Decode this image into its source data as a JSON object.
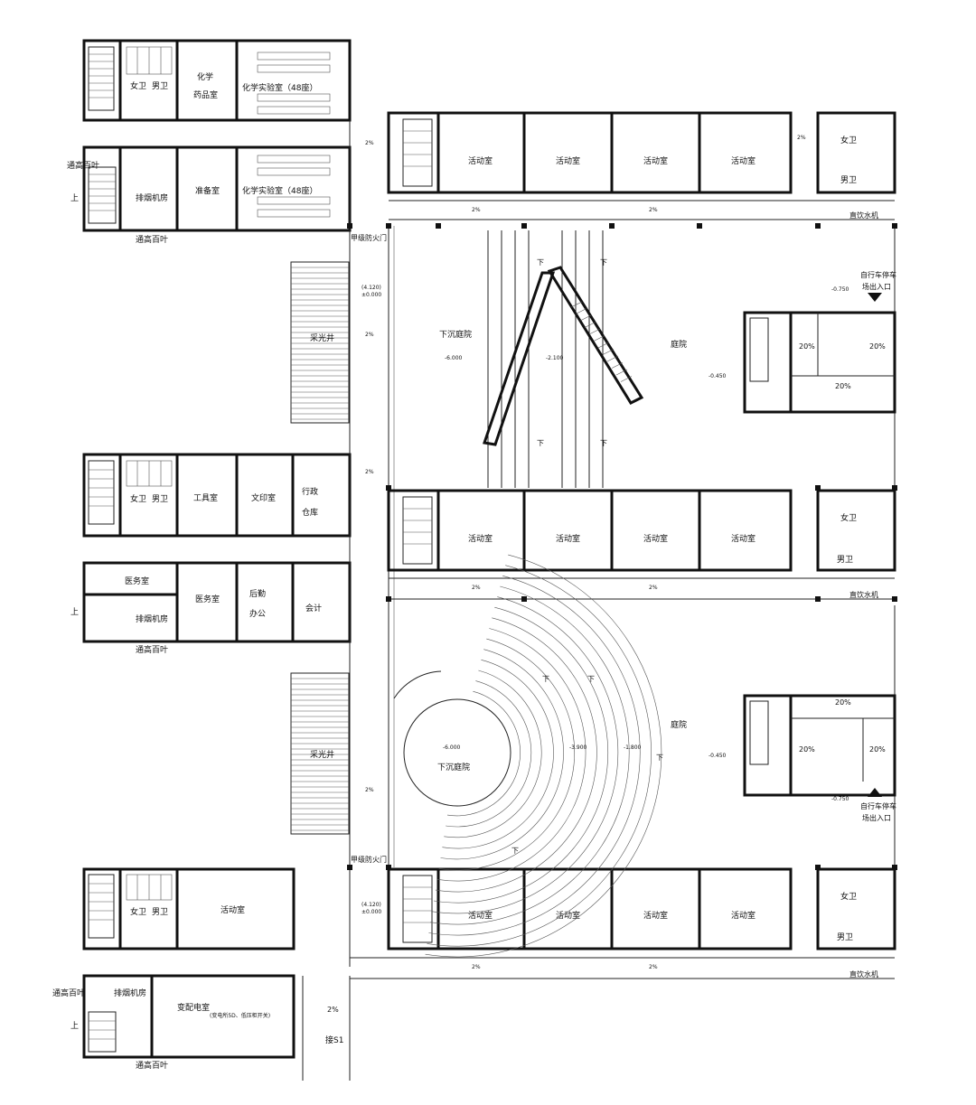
{
  "rooms": {
    "chem_storage_a": "化学",
    "chem_storage_b": "药品室",
    "chem_lab_1": "化学实验室（48座）",
    "chem_lab_2": "化学实验室（48座）",
    "prep_room": "准备室",
    "smoke_room_1": "排烟机房",
    "smoke_room_2": "排烟机房",
    "smoke_room_3": "排烟机房",
    "tool_room": "工具室",
    "print_room": "文印室",
    "admin_a": "行政",
    "admin_b": "仓库",
    "medical_1": "医务室",
    "medical_2": "医务室",
    "logistics_a": "后勤",
    "logistics_b": "办公",
    "accounting": "会计",
    "substation": "变配电室",
    "substation_note": "(变电所5D、低压柜开关)",
    "activity": "活动室",
    "female_wc": "女卫",
    "male_wc": "男卫",
    "skylight": "采光井",
    "sunken_courtyard": "下沉庭院",
    "courtyard": "庭院"
  },
  "labels": {
    "louver_full": "通高百叶",
    "up": "上",
    "down": "下",
    "fire_door": "甲级防火门",
    "drinking": "直饮水机",
    "bike_exit_a": "自行车停车",
    "bike_exit_b": "场出入口",
    "ramp_top": "20%",
    "ramp_slope": "2%",
    "stair_s1": "接S1"
  },
  "levels": {
    "l1": "(4.120)",
    "l2": "±0.000",
    "sunken": "-6.000",
    "mid": "-2.100",
    "court": "-0.450",
    "bike": "-0.750",
    "steps1": "-3.900",
    "steps2": "-1.800"
  }
}
